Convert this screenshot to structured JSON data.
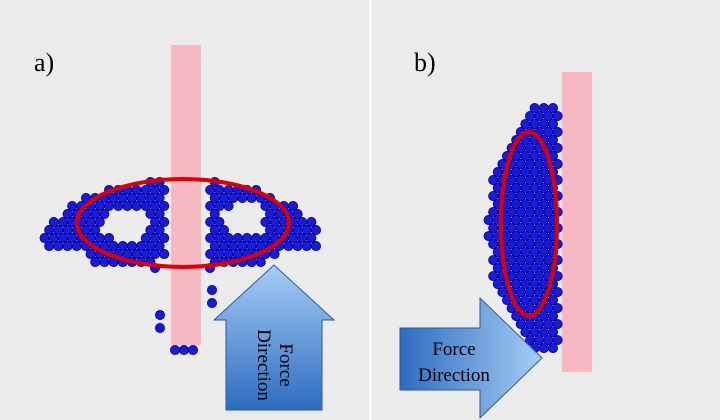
{
  "panels": [
    {
      "label": "a)",
      "arrow_text": [
        "Force",
        "Direction"
      ]
    },
    {
      "label": "b)",
      "arrow_text": [
        "Force",
        "Direction"
      ]
    }
  ],
  "colors": {
    "background": "#ebebeb",
    "plate": "#f8b8c2",
    "ball": "#1a1adc",
    "ball_edge": "#000080",
    "ellipse": "#e00000",
    "arrow_top": "#9cc4f0",
    "arrow_bottom": "#2f6fc0"
  }
}
